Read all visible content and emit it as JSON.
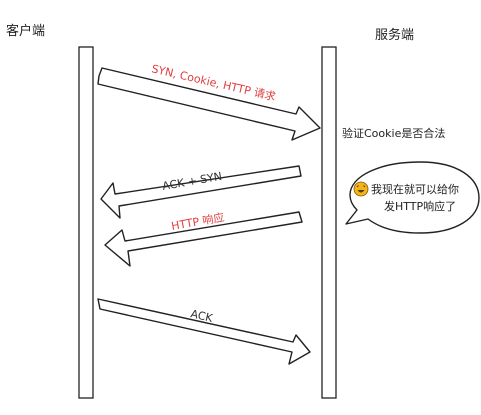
{
  "labels": {
    "client": "客户端",
    "server": "服务端",
    "validate": "验证Cookie是否合法"
  },
  "arrows": [
    {
      "label": "SYN, Cookie, HTTP 请求",
      "color": "#e04040"
    },
    {
      "label": "ACK + SYN",
      "color": "#333333"
    },
    {
      "label": "HTTP 响应",
      "color": "#e04040"
    },
    {
      "label": "ACK",
      "color": "#333333"
    }
  ],
  "bubble": {
    "line1": "我现在就可以给你",
    "line2": "发HTTP响应了"
  },
  "colors": {
    "stroke": "#222222",
    "emoji_face": "#f2b51c"
  }
}
